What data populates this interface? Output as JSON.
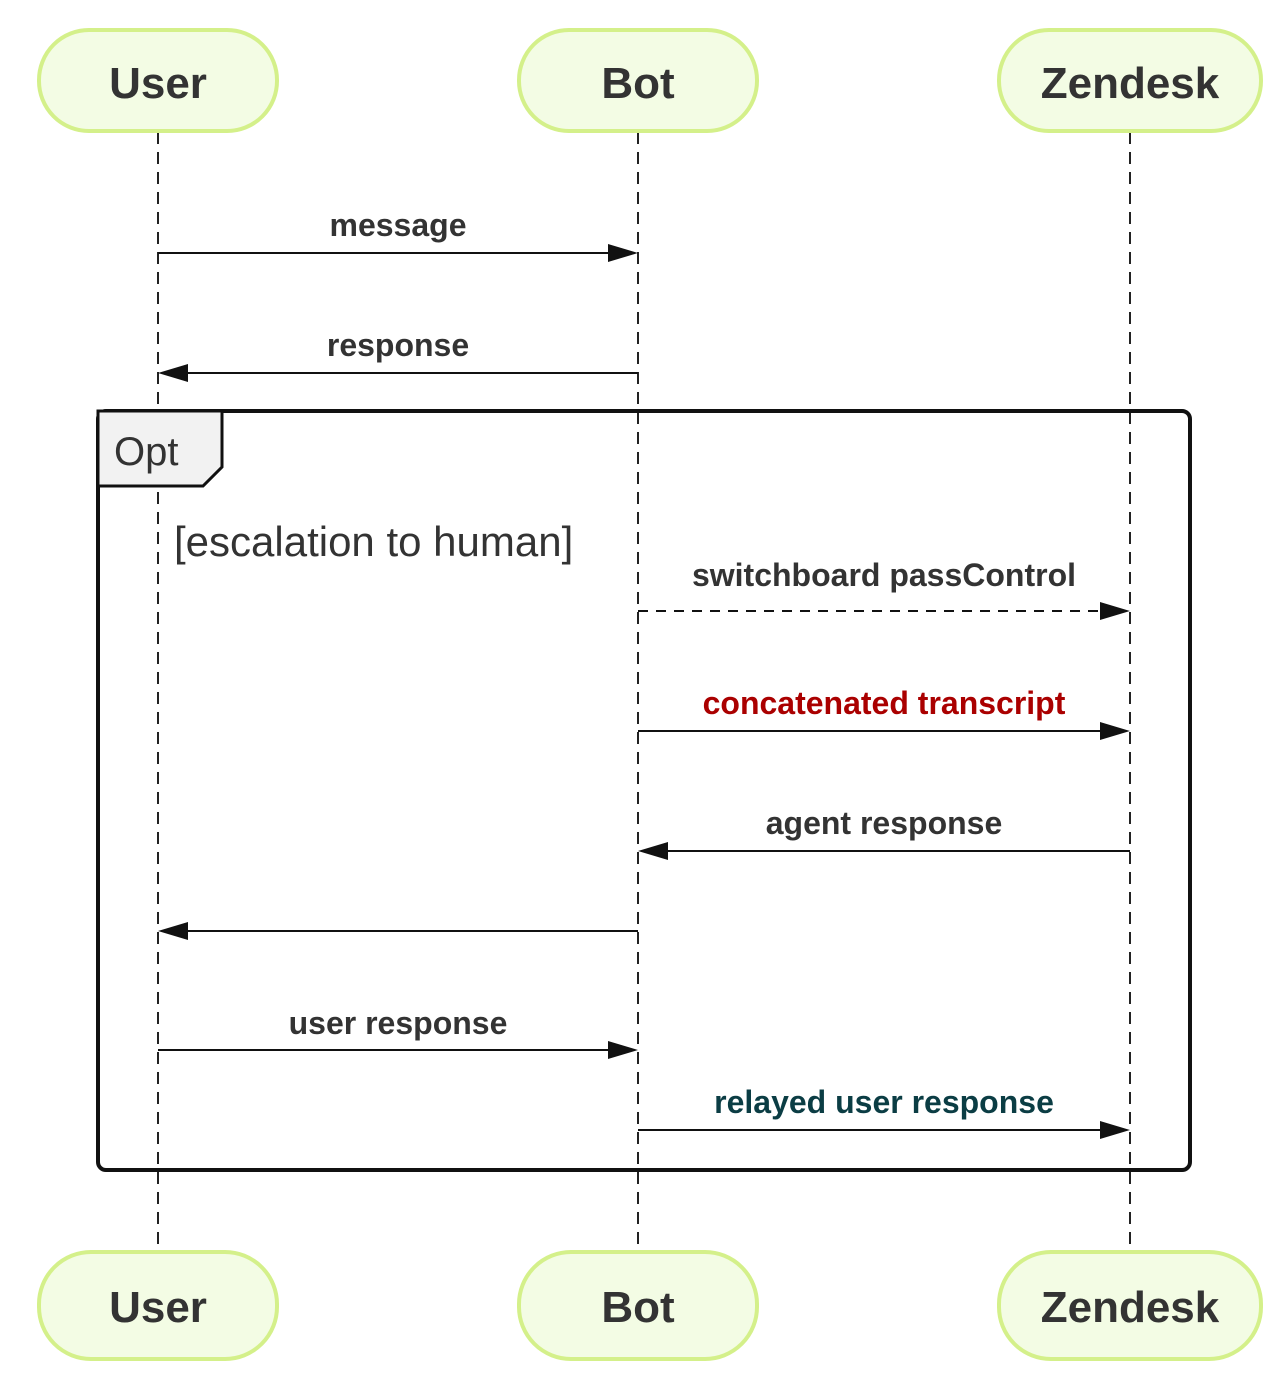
{
  "participants": [
    {
      "id": "user",
      "label": "User"
    },
    {
      "id": "bot",
      "label": "Bot"
    },
    {
      "id": "zendesk",
      "label": "Zendesk"
    }
  ],
  "frame": {
    "title": "Opt",
    "guard": "[escalation to human]"
  },
  "messages": [
    {
      "from": "user",
      "to": "bot",
      "label": "message",
      "style": "solid",
      "color": "#333333"
    },
    {
      "from": "bot",
      "to": "user",
      "label": "response",
      "style": "solid",
      "color": "#333333"
    },
    {
      "from": "bot",
      "to": "zendesk",
      "label": "switchboard passControl",
      "style": "dashed",
      "color": "#333333"
    },
    {
      "from": "bot",
      "to": "zendesk",
      "label": "concatenated transcript",
      "style": "solid",
      "color": "#aa0000"
    },
    {
      "from": "zendesk",
      "to": "bot",
      "label": "agent response",
      "style": "solid",
      "color": "#333333"
    },
    {
      "from": "bot",
      "to": "user",
      "label": "",
      "style": "solid",
      "color": "#333333"
    },
    {
      "from": "user",
      "to": "bot",
      "label": "user response",
      "style": "solid",
      "color": "#333333"
    },
    {
      "from": "bot",
      "to": "zendesk",
      "label": "relayed user response",
      "style": "solid",
      "color": "#0b3d44"
    }
  ]
}
